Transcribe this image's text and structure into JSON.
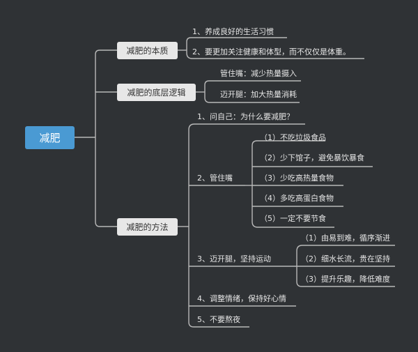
{
  "root": {
    "label": "减肥"
  },
  "branches": [
    {
      "label": "减肥的本质",
      "children": [
        {
          "label": "1、养成良好的生活习惯"
        },
        {
          "label": "2、要更加关注健康和体型，而不仅仅是体重。"
        }
      ]
    },
    {
      "label": "减肥的底层逻辑",
      "children": [
        {
          "label": "管住嘴：减少热量摄入"
        },
        {
          "label": "迈开腿：加大热量消耗"
        }
      ]
    },
    {
      "label": "减肥的方法",
      "children": [
        {
          "label": "1、问自己：为什么要减肥？"
        },
        {
          "label": "2、管住嘴",
          "children": [
            {
              "label": "（1）不吃垃圾食品"
            },
            {
              "label": "（2）少下馆子，避免暴饮暴食"
            },
            {
              "label": "（3）少吃高热量食物"
            },
            {
              "label": "（4）多吃高蛋白食物"
            },
            {
              "label": "（5）一定不要节食"
            }
          ]
        },
        {
          "label": "3、迈开腿，坚持运动",
          "children": [
            {
              "label": "（1）由易到难，循序渐进"
            },
            {
              "label": "（2）细水长流，贵在坚持"
            },
            {
              "label": "（3）提升乐趣，降低难度"
            }
          ]
        },
        {
          "label": "4、调整情绪，保持好心情"
        },
        {
          "label": "5、不要熬夜"
        }
      ]
    }
  ],
  "colors": {
    "background": "#2f3235",
    "root_fill": "#4a9ad3",
    "branch_fill": "#e7e7e7",
    "connector": "#b9b9b9",
    "text_light": "#e6e6e6"
  }
}
